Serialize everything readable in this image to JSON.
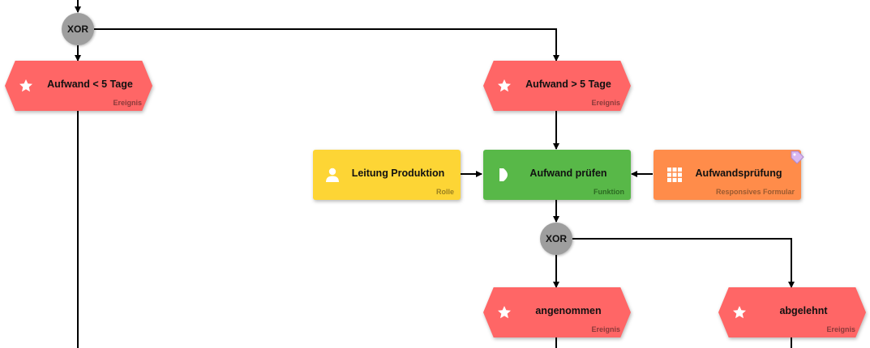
{
  "gateways": {
    "top": {
      "label": "XOR"
    },
    "middle": {
      "label": "XOR"
    }
  },
  "events": {
    "lt5": {
      "title": "Aufwand < 5 Tage",
      "type": "Ereignis"
    },
    "gt5": {
      "title": "Aufwand > 5 Tage",
      "type": "Ereignis"
    },
    "accepted": {
      "title": "angenommen",
      "type": "Ereignis"
    },
    "rejected": {
      "title": "abgelehnt",
      "type": "Ereignis"
    }
  },
  "function": {
    "title": "Aufwand prüfen",
    "type": "Funktion"
  },
  "role": {
    "title": "Leitung Produktion",
    "type": "Rolle"
  },
  "form": {
    "title": "Aufwandsprüfung",
    "type": "Responsives Formular"
  },
  "colors": {
    "event": "#ff6666",
    "function": "#58b848",
    "role": "#fdd535",
    "form": "#ff8c4a",
    "gateway": "#9e9e9e",
    "connector": "#000000"
  },
  "icons": {
    "event": "star-icon",
    "function": "play-icon",
    "role": "person-icon",
    "form": "grid-icon",
    "attachment": "tag-icon"
  }
}
